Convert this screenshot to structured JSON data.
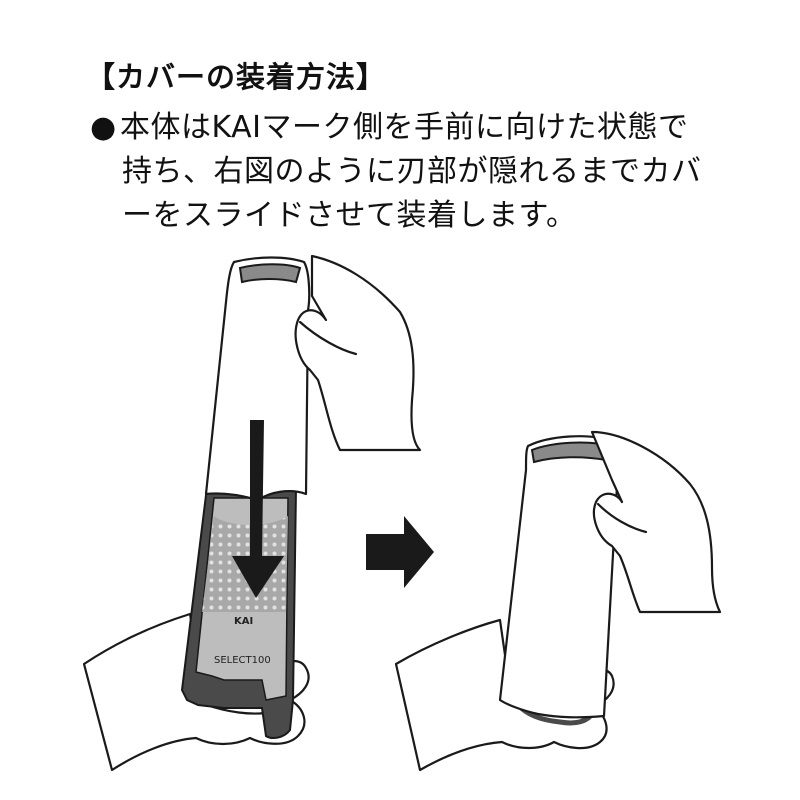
{
  "doc": {
    "title": "【カバーの装着方法】",
    "bullet": "●",
    "lines": [
      "本体はKAIマーク側を手前に向けた状態で",
      "持ち、右図のように刃部が隠れるまでカバ",
      "ーをスライドさせて装着します。"
    ]
  },
  "illustration": {
    "brand_mark": "KAI",
    "model_label": "SELECT100"
  }
}
